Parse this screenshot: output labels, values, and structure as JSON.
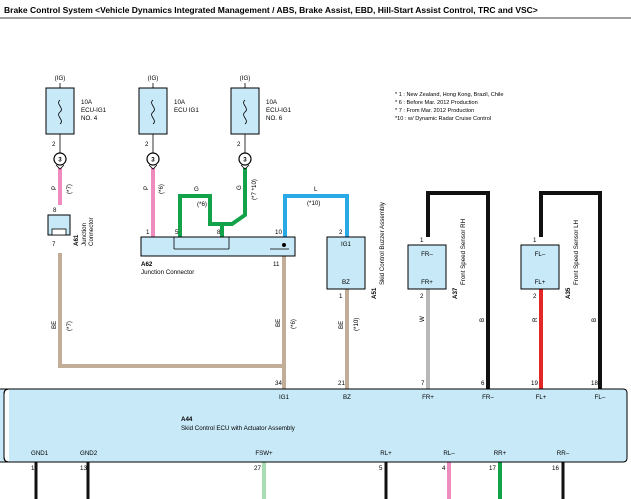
{
  "title": "Brake Control System <Vehicle Dynamics Integrated Management / ABS, Brake Assist, EBD, Hill-Start Assist Control, TRC and VSC>",
  "notes": [
    "* 1 : New Zealand,  Hong Kong,  Brazil,  Chile",
    "* 6 : Before Mar.  2012 Production",
    "* 7 : From Mar.  2012 Production",
    "*10 : w/ Dynamic Radar Cruise Control"
  ],
  "fuses": [
    {
      "power": "(IG)",
      "rating": "10A",
      "name1": "ECU-IG1",
      "name2": "NO. 4",
      "pin_top": "2",
      "pin_bottom": "3",
      "note": "(*7)",
      "wire_color_code": "P"
    },
    {
      "power": "(IG)",
      "rating": "10A",
      "name1": "ECU IG1",
      "name2": "",
      "pin_top": "2",
      "pin_bottom": "3",
      "note": "(*6)",
      "wire_color_code": "P"
    },
    {
      "power": "(IG)",
      "rating": "10A",
      "name1": "ECU-IG1",
      "name2": "NO. 6",
      "pin_top": "2",
      "pin_bottom": "3",
      "note": "(*7 *10)",
      "wire_color_code": "G"
    }
  ],
  "a61": {
    "code": "A61",
    "name1": "Junction",
    "name2": "Connector",
    "pin_top": "8",
    "pin_bottom": "7",
    "wire_color_code": "BE",
    "note": "(*7)"
  },
  "a62": {
    "code": "A62",
    "name": "Junction Connector",
    "pins": [
      "1",
      "5",
      "8",
      "10",
      "11"
    ],
    "wire_out": "BE",
    "note_out": "(*6)"
  },
  "g_wire": {
    "label": "G",
    "note": "(*6)"
  },
  "l_wire": {
    "label": "L",
    "note": "(*10)"
  },
  "a51": {
    "code": "A51",
    "name": "Skid Control Buzzer Assembly",
    "top_label": "IG1",
    "bottom_label": "BZ",
    "pin_top": "2",
    "pin_bottom": "1",
    "wire_color_code": "BE",
    "note": "(*10)"
  },
  "a37": {
    "code": "A37",
    "name": "Front Speed Sensor RH",
    "top_label": "FR–",
    "bottom_label": "FR+",
    "pin_top": "1",
    "pin_bottom": "2",
    "wire_left": "W",
    "wire_right": "B"
  },
  "a35": {
    "code": "A35",
    "name": "Front Speed Sensor LH",
    "top_label": "FL–",
    "bottom_label": "FL+",
    "pin_top": "1",
    "pin_bottom": "2",
    "wire_left": "R",
    "wire_right": "B"
  },
  "ecu": {
    "code": "A44",
    "name": "Skid Control ECU with Actuator Assembly",
    "top_pins": [
      {
        "num": "34",
        "label": "IG1"
      },
      {
        "num": "21",
        "label": "BZ"
      },
      {
        "num": "7",
        "label": "FR+"
      },
      {
        "num": "6",
        "label": "FR–"
      },
      {
        "num": "19",
        "label": "FL+"
      },
      {
        "num": "18",
        "label": "FL–"
      }
    ],
    "bottom_pins": [
      {
        "num": "1",
        "label": "GND1"
      },
      {
        "num": "13",
        "label": "GND2"
      },
      {
        "num": "27",
        "label": "FSW+"
      },
      {
        "num": "5",
        "label": "RL+"
      },
      {
        "num": "4",
        "label": "RL–"
      },
      {
        "num": "17",
        "label": "RR+"
      },
      {
        "num": "16",
        "label": "RR–"
      }
    ]
  },
  "colors": {
    "pink": "#f08bbf",
    "green": "#12a34a",
    "blue": "#29a9e6",
    "beige": "#c2ad99",
    "red": "#e32626",
    "black": "#111111",
    "light_green": "#a9dcb2",
    "box_fill": "#c8e9f8"
  }
}
